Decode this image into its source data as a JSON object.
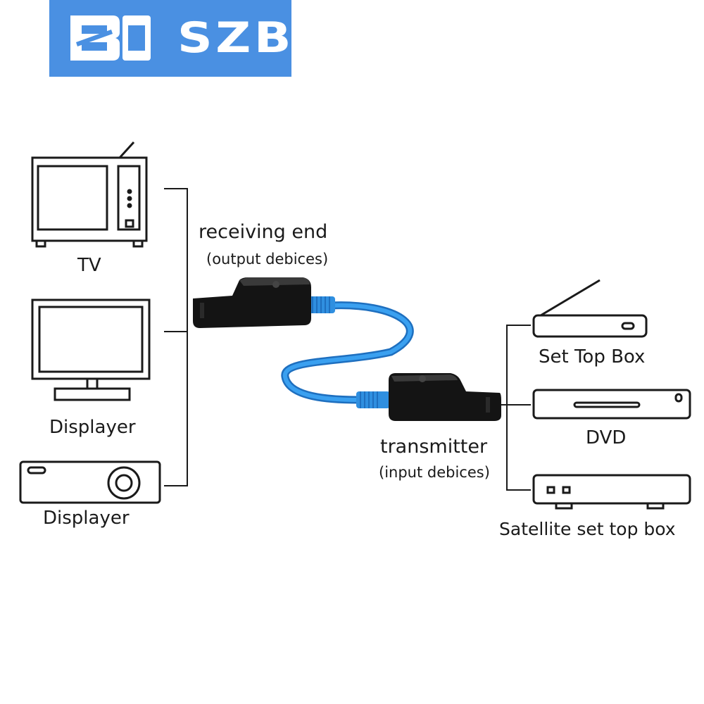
{
  "brand": {
    "logo_text": "SZBJ",
    "logo_bg": "#4a90e2",
    "logo_fg": "#ffffff"
  },
  "receiver": {
    "title": "receiving end",
    "subtitle": "(output debices)"
  },
  "transmitter": {
    "title": "transmitter",
    "subtitle": "(input debices)"
  },
  "outputs": [
    {
      "label": "TV",
      "icon": "tv-icon"
    },
    {
      "label": "Displayer",
      "icon": "monitor-icon"
    },
    {
      "label": "Displayer",
      "icon": "projector-icon"
    }
  ],
  "inputs": [
    {
      "label": "Set Top Box",
      "icon": "set-top-box-icon"
    },
    {
      "label": "DVD",
      "icon": "dvd-player-icon"
    },
    {
      "label": "Satellite set top box",
      "icon": "satellite-box-icon"
    }
  ],
  "colors": {
    "cable": "#2f8fe0",
    "cable_dark": "#1e6fbf",
    "device_body": "#141414",
    "line": "#1a1a1a"
  }
}
